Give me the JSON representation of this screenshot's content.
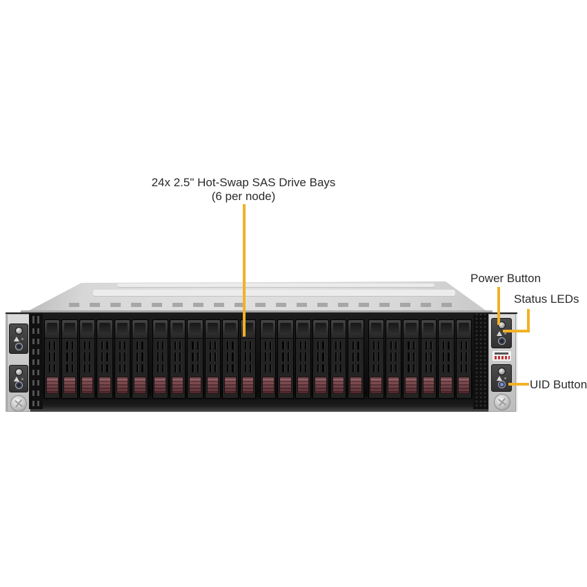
{
  "figure": {
    "background_color": "#ffffff",
    "accent_color": "#f2b125",
    "text_color": "#2a2a2a"
  },
  "callouts": {
    "drive_bays": {
      "line1": "24x 2.5\" Hot-Swap SAS Drive Bays",
      "line2": "(6 per node)"
    },
    "power_button": {
      "label": "Power Button"
    },
    "status_leds": {
      "label": "Status LEDs"
    },
    "uid_button": {
      "label": "UID Button"
    }
  },
  "server": {
    "view": "front",
    "drive_bays": {
      "total": 24,
      "groups": 4,
      "per_group": 6,
      "latch_color": "#7d4a50",
      "latch_highlight": "#96666b"
    },
    "control_panels": {
      "per_ear": 2,
      "elements": [
        "power-button",
        "status-led-triangle",
        "uid-button"
      ]
    },
    "right_ear_label_mark_color": "#c23535"
  }
}
